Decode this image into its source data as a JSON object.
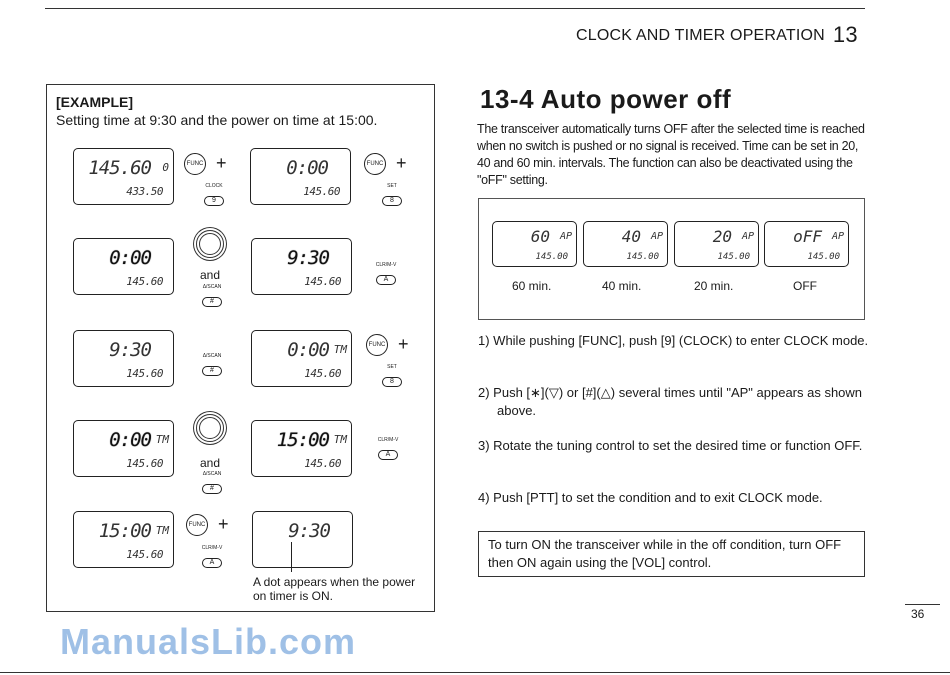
{
  "header": {
    "title": "CLOCK AND TIMER OPERATION",
    "chapter": "13"
  },
  "example": {
    "title": "[EXAMPLE]",
    "subtitle": "Setting time at 9:30 and the power on time at 15:00.",
    "displays": [
      {
        "big": "145.60",
        "ind": "0",
        "small": "433.50"
      },
      {
        "big": "0:00",
        "ind": "",
        "small": "145.60"
      },
      {
        "big": "0:00",
        "ind": "",
        "small": "145.60"
      },
      {
        "big": "9:30",
        "ind": "",
        "small": "145.60"
      },
      {
        "big": "9:30",
        "ind": "",
        "small": "145.60"
      },
      {
        "big": "0:00",
        "ind": "TM",
        "small": "145.60"
      },
      {
        "big": "0:00",
        "ind": "TM",
        "small": "145.60"
      },
      {
        "big": "15:00",
        "ind": "TM",
        "small": "145.60"
      },
      {
        "big": "15:00",
        "ind": "TM",
        "small": "145.60"
      },
      {
        "big": "9:30",
        "ind": "",
        "small": ""
      }
    ],
    "func_label": "FUNC",
    "plus": "+",
    "and": "and",
    "keys": {
      "clock": {
        "label": "CLOCK",
        "cap": "9"
      },
      "set": {
        "label": "SET",
        "cap": "8"
      },
      "scan": {
        "label": "Δ/SCAN",
        "cap": "#"
      },
      "clr": {
        "label": "CLR/M-V",
        "cap": "A"
      }
    },
    "note": "A dot appears when the power on timer is ON."
  },
  "section": {
    "title": "13-4 Auto power off",
    "intro": "The transceiver automatically turns OFF after the selected time is reached when no switch is pushed or no signal is received. Time can be set in 20, 40 and 60 min. intervals. The function can also be deactivated using the \"oFF\" setting.",
    "displays": [
      {
        "big": "60",
        "ind": "AP",
        "small": "145.00",
        "caption": "60 min."
      },
      {
        "big": "40",
        "ind": "AP",
        "small": "145.00",
        "caption": "40 min."
      },
      {
        "big": "20",
        "ind": "AP",
        "small": "145.00",
        "caption": "20 min."
      },
      {
        "big": "oFF",
        "ind": "AP",
        "small": "145.00",
        "caption": "OFF"
      }
    ],
    "steps": [
      "1) While pushing [FUNC], push [9] (CLOCK) to enter CLOCK mode.",
      "2) Push [∗](▽) or [#](△) several times until \"AP\" appears as shown above.",
      "3) Rotate the tuning control to set the desired time or function OFF.",
      "4) Push [PTT] to set the condition and to exit CLOCK mode."
    ],
    "callout": "To turn ON the transceiver while in the off condition, turn OFF then ON again using the [VOL] control."
  },
  "page_number": "36",
  "watermark": "ManualsLib.com"
}
